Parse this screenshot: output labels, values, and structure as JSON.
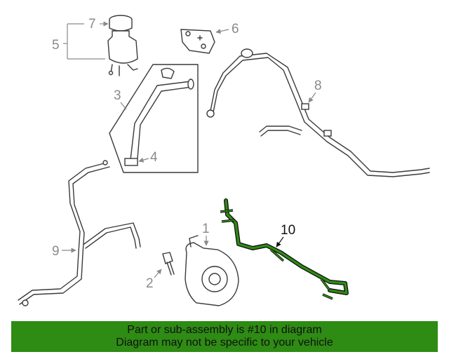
{
  "callouts": {
    "c1": "1",
    "c2": "2",
    "c3": "3",
    "c4": "4",
    "c5": "5",
    "c6": "6",
    "c7": "7",
    "c8": "8",
    "c9": "9",
    "c10": "10"
  },
  "highlight_color": "#2e8b14",
  "banner": {
    "line1": "Part or sub-assembly is #10 in diagram",
    "line2": "Diagram may not be specific to your vehicle"
  }
}
